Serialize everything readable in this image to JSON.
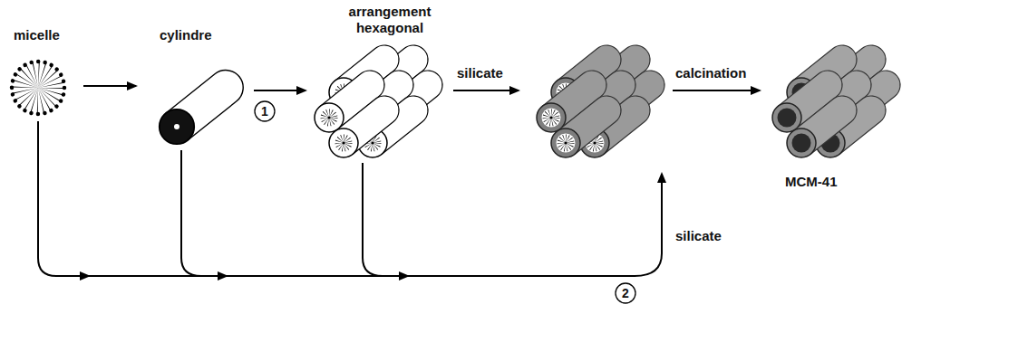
{
  "diagram": {
    "labels": [
      "micelle",
      "cylindre",
      "1",
      "arrangement hexagonal",
      "silicate",
      "calcination",
      "MCM-41",
      "silicate",
      "2"
    ]
  }
}
